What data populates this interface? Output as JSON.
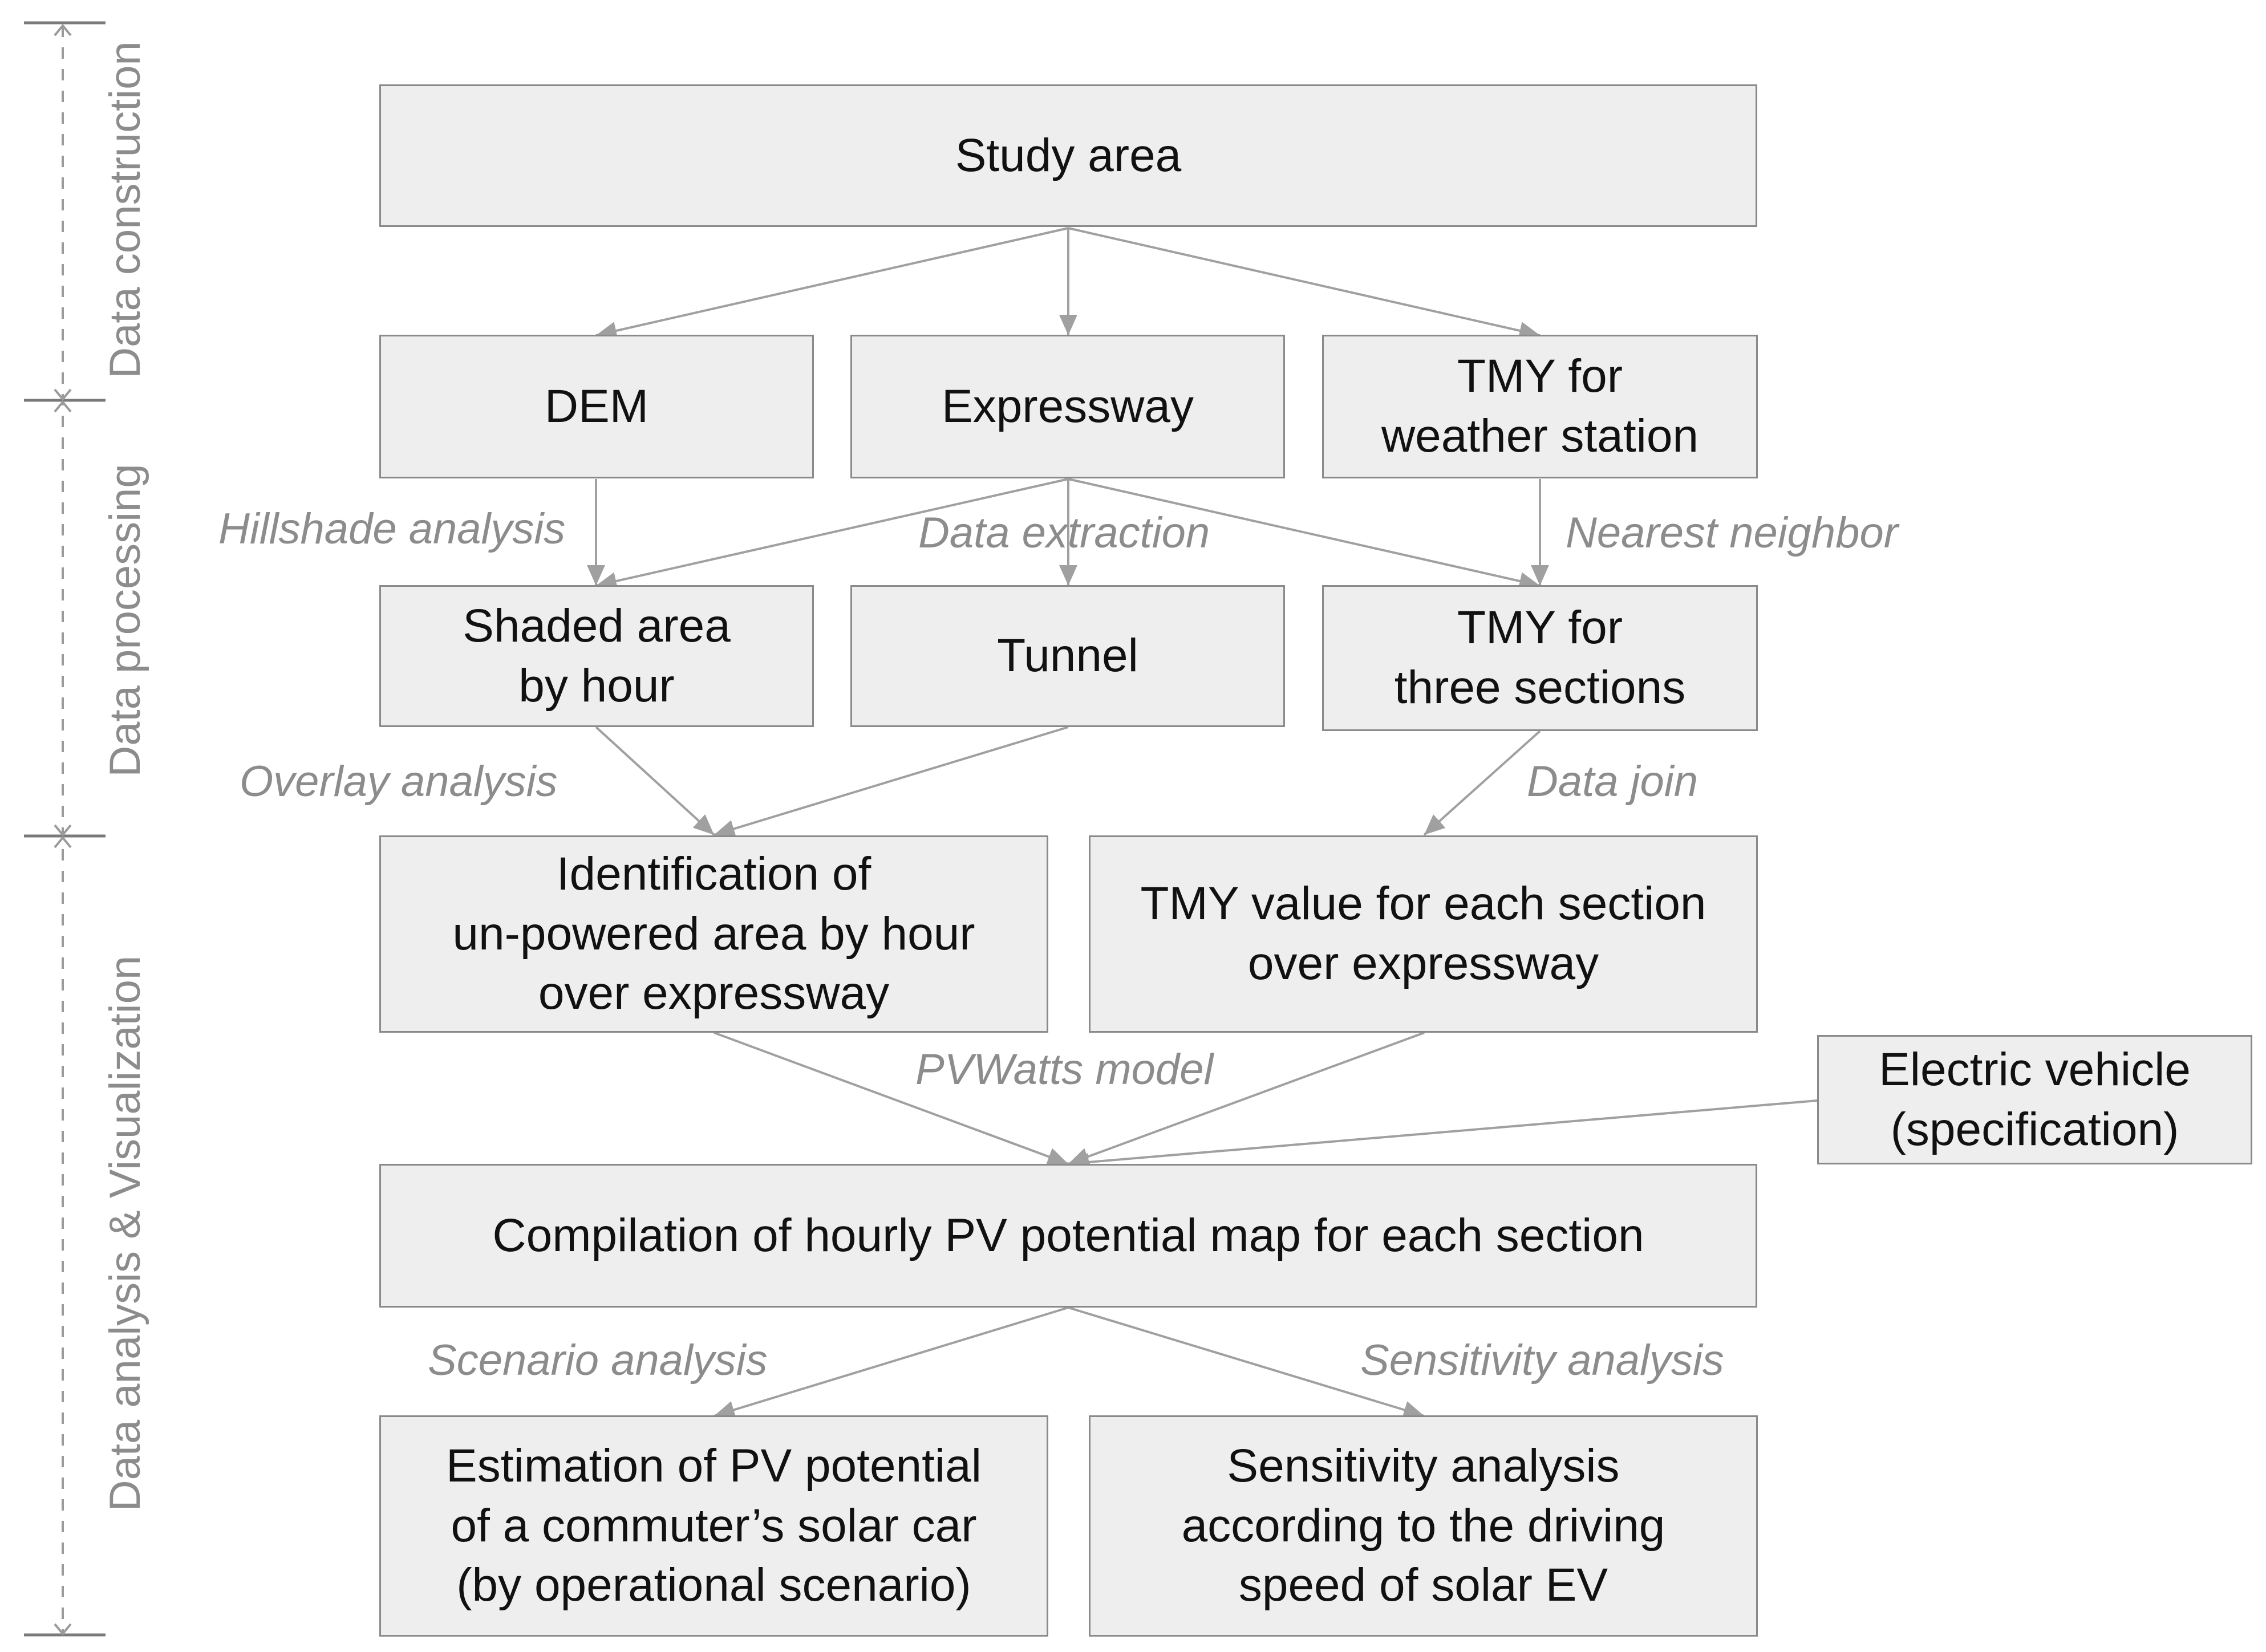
{
  "stages": {
    "data_construction": "Data construction",
    "data_processing": "Data processing",
    "data_analysis": "Data analysis & Visualization"
  },
  "nodes": {
    "study_area": [
      "Study area"
    ],
    "dem": [
      "DEM"
    ],
    "expressway": [
      "Expressway"
    ],
    "tmy_weather": [
      "TMY for",
      "weather station"
    ],
    "shaded_area": [
      "Shaded area",
      "by hour"
    ],
    "tunnel": [
      "Tunnel"
    ],
    "tmy_sections": [
      "TMY for",
      "three sections"
    ],
    "unpowered_area": [
      "Identification of",
      "un-powered area by hour",
      "over expressway"
    ],
    "tmy_value": [
      "TMY value for each section",
      "over expressway"
    ],
    "electric_vehicle": [
      "Electric vehicle",
      "(specification)"
    ],
    "compilation": [
      "Compilation of hourly PV potential map for each section"
    ],
    "estimation": [
      "Estimation of PV potential",
      "of a commuter’s solar car",
      "(by operational scenario)"
    ],
    "sensitivity": [
      "Sensitivity analysis",
      "according to the driving",
      "speed of solar EV"
    ]
  },
  "edge_labels": {
    "hillshade": "Hillshade analysis",
    "extraction": "Data extraction",
    "nearest": "Nearest neighbor",
    "overlay": "Overlay analysis",
    "join": "Data join",
    "pvwatts": "PVWatts model",
    "scenario": "Scenario analysis",
    "sensitivity": "Sensitivity analysis"
  },
  "colors": {
    "box_fill": "#eeeeee",
    "box_border": "#8a8a8a",
    "arrow": "#a0a0a0",
    "label": "#8c8c8c",
    "text": "#111111"
  }
}
